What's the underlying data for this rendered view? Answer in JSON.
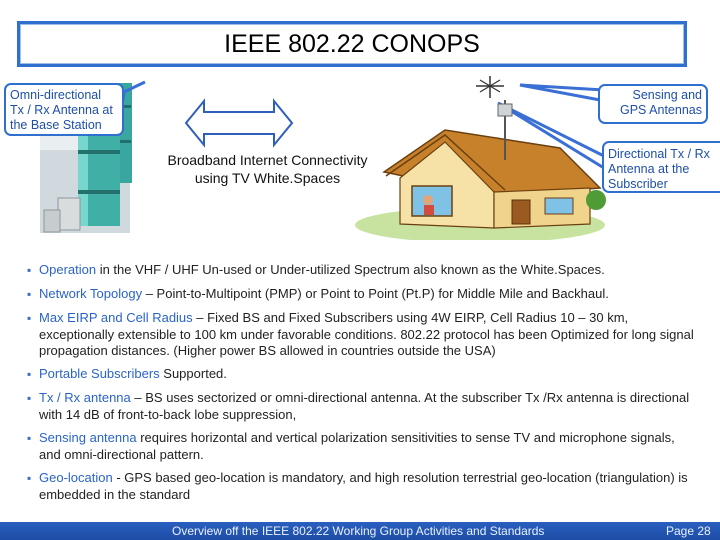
{
  "slide": {
    "title": "IEEE 802.22 CONOPS",
    "callouts": {
      "omni": "Omni-directional Tx / Rx Antenna at the Base Station",
      "sensing": "Sensing and GPS Antennas",
      "directional": "Directional Tx / Rx Antenna at the Subscriber"
    },
    "broadband": "Broadband Internet Connectivity using TV White.Spaces",
    "bullets": [
      {
        "key": "Operation",
        "rest": " in the VHF / UHF Un-used or Under-utilized Spectrum also known as the White.Spaces."
      },
      {
        "key": "Network Topology",
        "rest": " – Point-to-Multipoint (PMP) or Point to Point (Pt.P) for Middle Mile and Backhaul."
      },
      {
        "key": "Max EIRP and Cell Radius",
        "rest": " – Fixed BS and Fixed Subscribers using 4W EIRP, Cell Radius 10 – 30 km, exceptionally extensible to 100 km under favorable conditions. 802.22 protocol has been Optimized for long signal propagation distances. (Higher power BS allowed in countries outside the USA)"
      },
      {
        "key": "Portable Subscribers",
        "rest": " Supported."
      },
      {
        "key": "Tx / Rx antenna",
        "rest": " – BS uses sectorized or omni-directional antenna. At the subscriber Tx /Rx antenna is directional with 14 dB of front-to-back lobe suppression,"
      },
      {
        "key": "Sensing antenna",
        "rest": " requires horizontal and vertical polarization sensitivities to sense TV and microphone signals, and omni-directional pattern."
      },
      {
        "key": "Geo-location",
        "rest": " - GPS based geo-location is mandatory, and high resolution terrestrial geo-location (triangulation) is embedded in the standard"
      }
    ],
    "footer": "Overview off the IEEE 802.22 Working Group Activities and Standards",
    "page": "Page 28"
  }
}
